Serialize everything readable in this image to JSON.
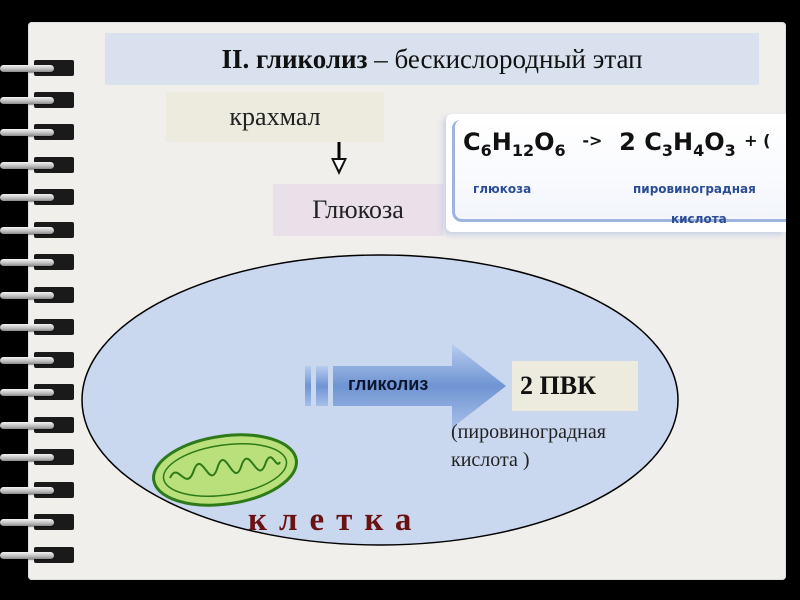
{
  "title": {
    "number": "II.",
    "term": "гликолиз",
    "rest": " – бескислородный этап"
  },
  "starch": "крахмал",
  "glucose": "Глюкоза",
  "formula": {
    "lhs_c": "C",
    "lhs_c_n": "6",
    "lhs_h": "H",
    "lhs_h_n": "12",
    "lhs_o": "O",
    "lhs_o_n": "6",
    "arrow": "->",
    "coef": "2",
    "rhs_c": "C",
    "rhs_c_n": "3",
    "rhs_h": "H",
    "rhs_h_n": "4",
    "rhs_o": "O",
    "rhs_o_n": "3",
    "plus": "+ (",
    "label_glucose": "глюкоза",
    "label_pvk_1": "пировиноградная",
    "label_pvk_2": "кислота"
  },
  "arrow_label": "гликолиз",
  "pvk_box": "2 ПВК",
  "pvk_note_1": "(пировиноградная",
  "pvk_note_2": "кислота )",
  "cell_label": "клетка",
  "colors": {
    "cell_fill": "#c9d7ef",
    "arrow_fill": "#7fa3d9",
    "mito_fill": "#b9e07a",
    "mito_stroke": "#2e7a18",
    "cell_label": "#6a1212"
  }
}
